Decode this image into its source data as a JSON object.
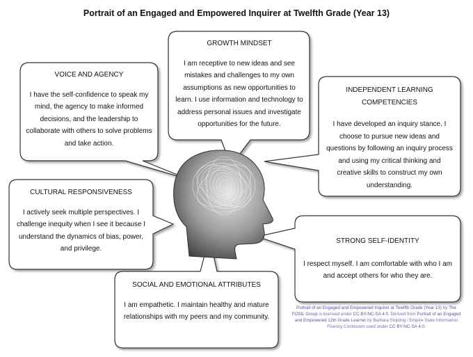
{
  "title": "Portrait of an Engaged and Empowered Inquirer at Twelfth Grade (Year 13)",
  "head": {
    "icon": "human-head-profile-with-spiral"
  },
  "boxes": {
    "growth_mindset": {
      "heading": "GROWTH MINDSET",
      "body": "I am receptive to new ideas and see mistakes and challenges to my own assumptions as new opportunities to learn.  I use information and technology to address personal issues and investigate opportunities for the future."
    },
    "voice_agency": {
      "heading": "VOICE AND AGENCY",
      "body": "I have the self-confidence to speak my mind, the agency to make informed decisions, and the leadership to collaborate with others to solve problems and take action."
    },
    "independent_learning": {
      "heading": "INDEPENDENT LEARNING COMPETENCIES",
      "body": "I have developed an inquiry stance.  I choose to pursue new ideas and questions by following an inquiry process and using my critical thinking and creative skills to construct my own understanding."
    },
    "cultural_responsiveness": {
      "heading": "CULTURAL RESPONSIVENESS",
      "body": "I actively seek multiple perspectives.  I challenge inequity when I see it because I understand the dynamics of bias, power, and privilege."
    },
    "strong_self_identity": {
      "heading": "STRONG SELF-IDENTITY",
      "body": "I respect myself.  I am comfortable with who I am and accept others for who they are."
    },
    "social_emotional": {
      "heading": "SOCIAL AND EMOTIONAL ATTRIBUTES",
      "body": "I am empathetic.  I maintain healthy and mature relationships with my peers and my community."
    }
  },
  "credit": {
    "t1": "Portrait of an Engaged and Empowered Inquirer at Twelfth Grade (Year 13)",
    "t2": " by ",
    "t3": "The FOSIL Group",
    "t4": " is licensed under ",
    "t5": "CC BY-NC-SA 4.0",
    "t6": ". Derived from ",
    "t7": "Portrait of an Engaged and Empowered 12th Grade Learner",
    "t8": " by Barbara Stripling / Empire State Information Fluency Continuum",
    "t9": " used under ",
    "t10": "CC BY-NC-SA 4.0",
    "t11": "."
  },
  "colors": {
    "border": "#333333",
    "credit": "#6f6fc2",
    "head_dark": "#3c3c3c",
    "head_light": "#d8d8d8"
  }
}
